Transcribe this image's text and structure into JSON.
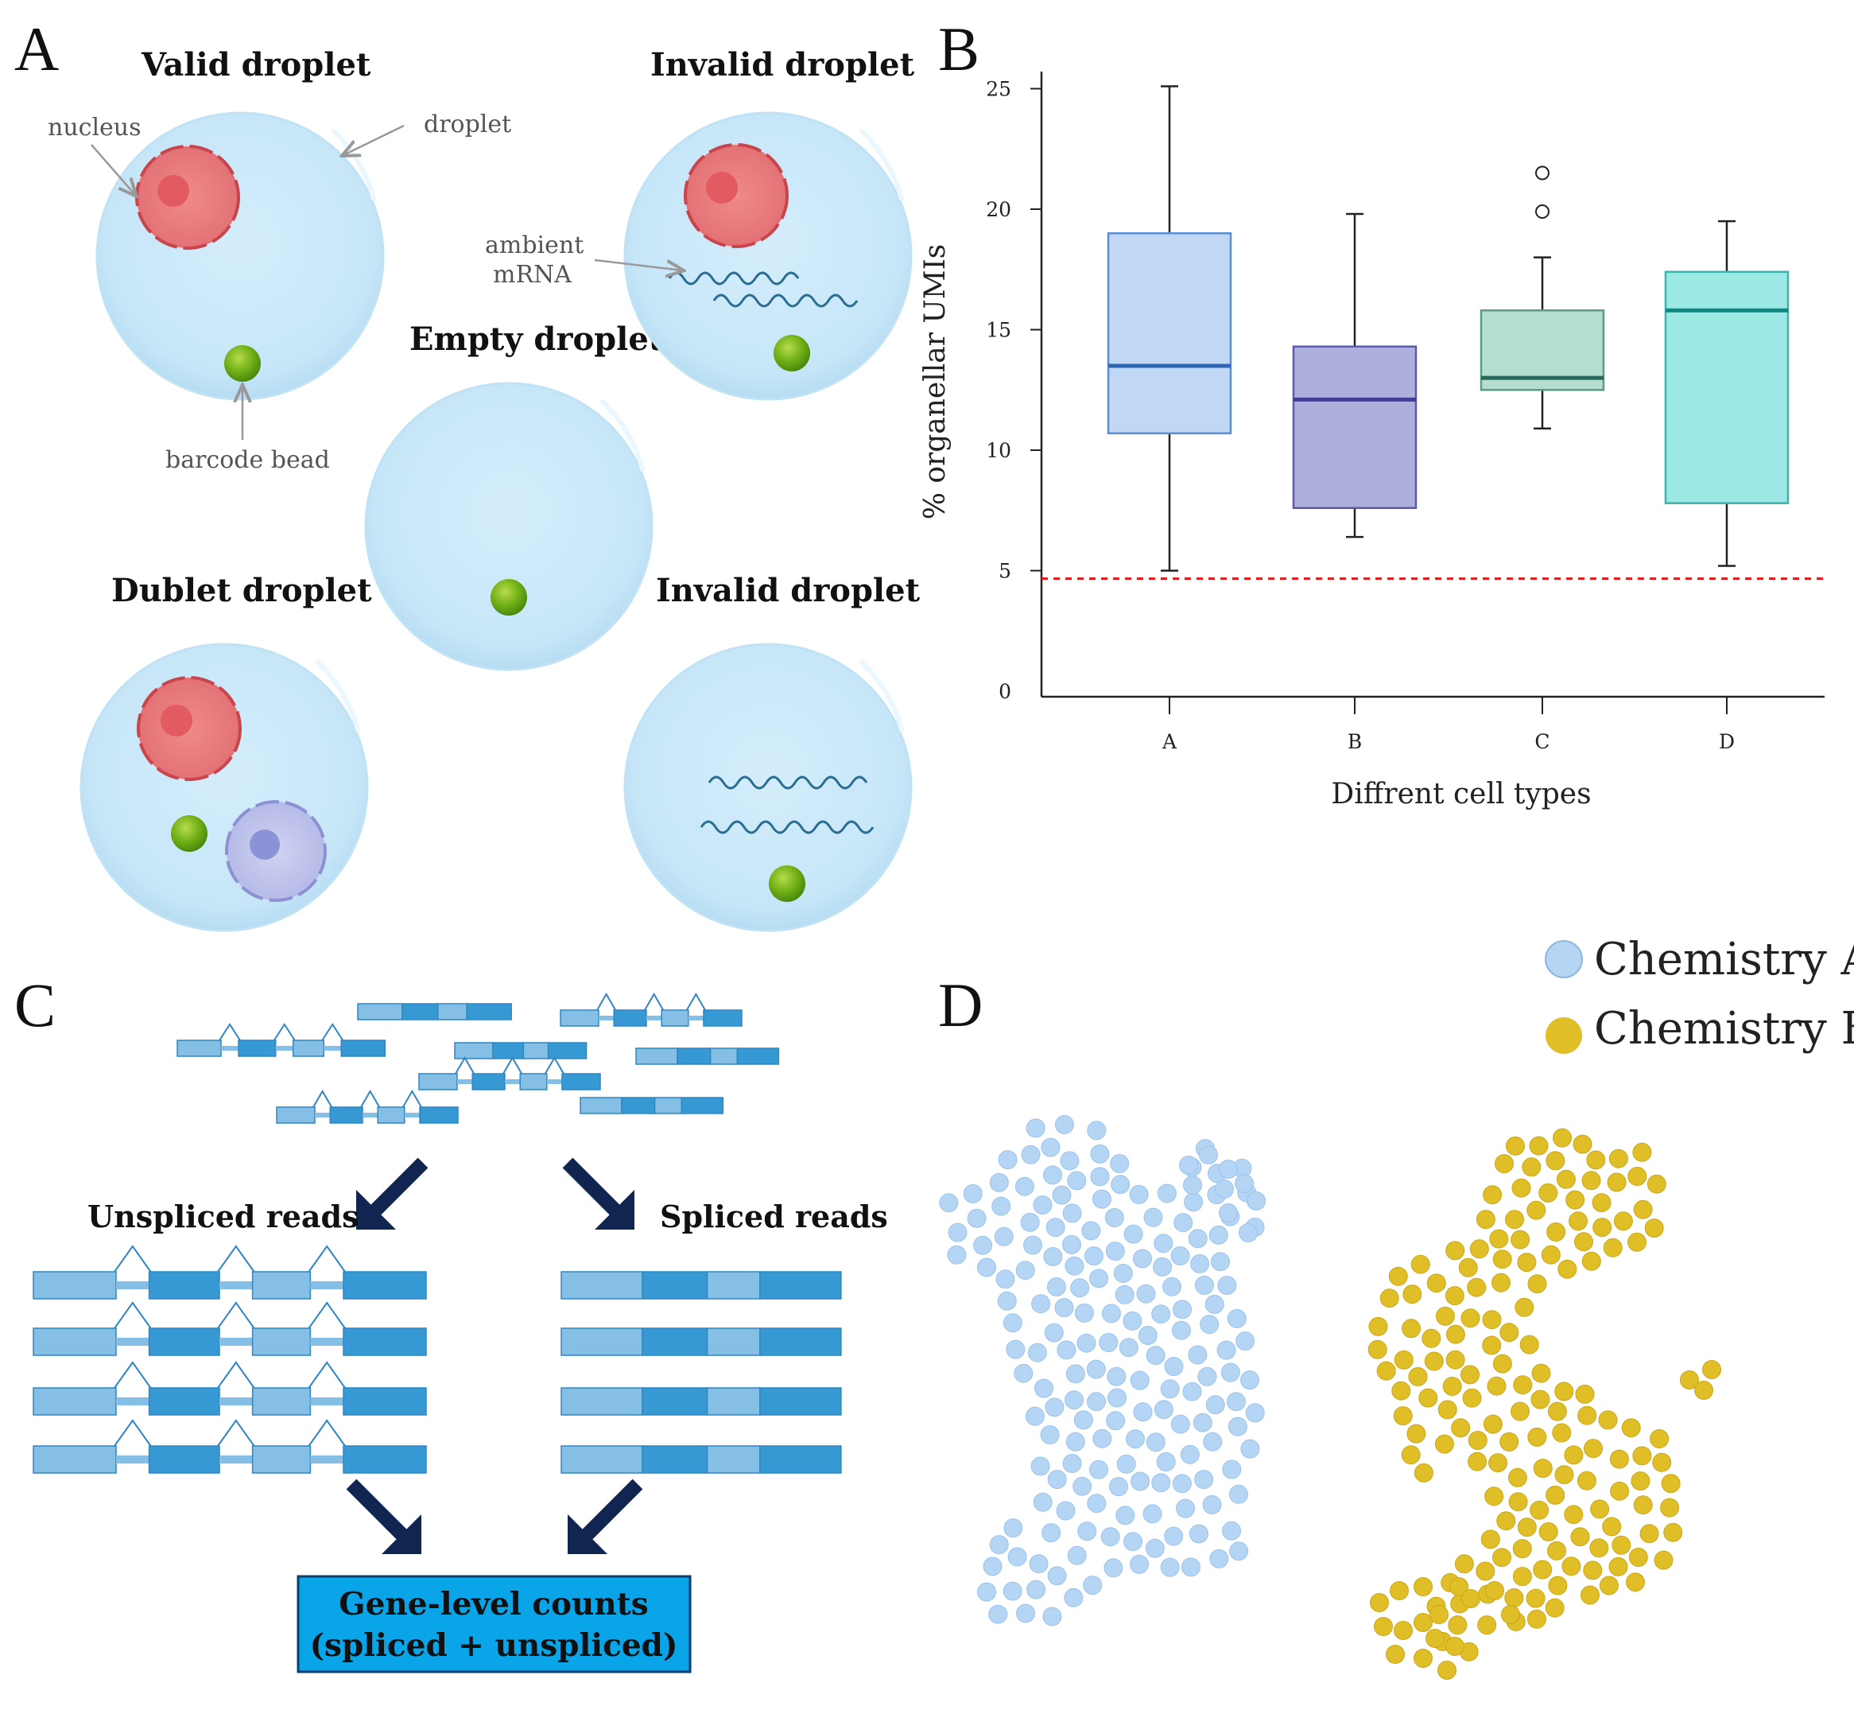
{
  "panels": {
    "A": "A",
    "B": "B",
    "C": "C",
    "D": "D"
  },
  "panel_a": {
    "valid_title": "Valid droplet",
    "invalid_title_1": "Invalid droplet",
    "empty_title": "Empty droplet",
    "dublet_title": "Dublet droplet",
    "invalid_title_2": "Invalid droplet",
    "label_nucleus": "nucleus",
    "label_droplet": "droplet",
    "label_ambient_1": "ambient",
    "label_ambient_2": "mRNA",
    "label_barcode": "barcode bead",
    "colors": {
      "droplet": "#cdeaf9",
      "nucleus": "#e8777b",
      "bead": "#7ab51d",
      "second_nucleus": "#b9bde8"
    }
  },
  "chart_data": {
    "type": "box",
    "xlabel": "Diffrent cell types",
    "ylabel": "% organellar UMIs",
    "categories": [
      "A",
      "B",
      "C",
      "D"
    ],
    "yticks": [
      "0",
      "5",
      "10",
      "15",
      "20",
      "25"
    ],
    "ylim": [
      0,
      27
    ],
    "threshold": 5,
    "series": [
      {
        "category": "A",
        "min": 5,
        "q1": 10.7,
        "median": 13.5,
        "q3": 19,
        "max": 25.1,
        "outliers": [],
        "color": "#c0d8f3",
        "edge": "#5a8ed6",
        "median_color": "#2d65b5"
      },
      {
        "category": "B",
        "min": 6.4,
        "q1": 7.6,
        "median": 12.1,
        "q3": 14.3,
        "max": 19.8,
        "outliers": [],
        "color": "#aeb0dc",
        "edge": "#5a5aa6",
        "median_color": "#423d95"
      },
      {
        "category": "C",
        "min": 10.9,
        "q1": 12.5,
        "median": 13,
        "q3": 15.8,
        "max": 18,
        "outliers": [
          19.9,
          21.5
        ],
        "color": "#b3ded0",
        "edge": "#5e9b86",
        "median_color": "#23685a"
      },
      {
        "category": "D",
        "min": 5.2,
        "q1": 7.8,
        "median": 15.8,
        "q3": 17.4,
        "max": 19.5,
        "outliers": [],
        "color": "#9ce8e4",
        "edge": "#3cb2ae",
        "median_color": "#11857f"
      }
    ],
    "grid": false
  },
  "panel_c": {
    "unspliced_title": "Unspliced reads",
    "spliced_title": "Spliced reads",
    "counts_line1": "Gene-level counts",
    "counts_line2": "(spliced + unspliced)",
    "colors": {
      "exon_light": "#86bfe6",
      "exon_dark": "#3799d4",
      "arrow": "#10254f",
      "counts_box": "#0aa4e8"
    }
  },
  "panel_d": {
    "legend": [
      {
        "label": "Chemistry A",
        "color": "#b5d5f4"
      },
      {
        "label": "Chemistry B",
        "color": "#e0be28"
      }
    ]
  }
}
